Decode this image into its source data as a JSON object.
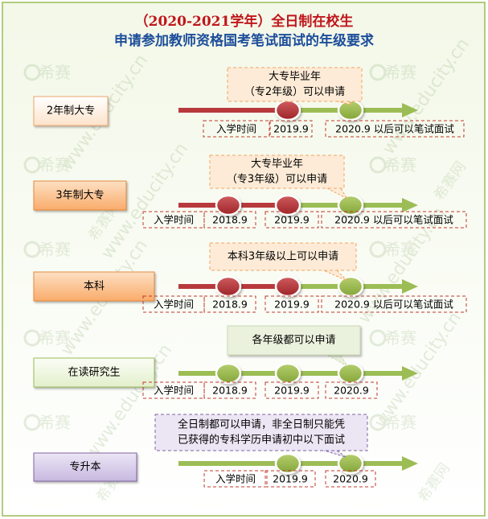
{
  "title": {
    "line1": "（2020-2021学年）全日制在校生",
    "line2": "申请参加教师资格国考笔试面试的年级要求"
  },
  "watermark": {
    "brand": "希赛",
    "site": "www.educity.cn",
    "net": "希赛网"
  },
  "colors": {
    "red_circle": "#b5383b",
    "green_circle": "#9ab84e",
    "red_line": "#b8393c",
    "green_arrow": "#9cbd55",
    "orange_box": "#fbc28f",
    "green_box": "#eef5df",
    "purple_box": "#d6cbe8",
    "note_yellow": "#fdebd7",
    "note_green": "#eaf1dd",
    "note_purple": "#ece6f4",
    "dashed_red": "#c0392b",
    "dashed_purple": "#8064a2",
    "border": "#9bbb59"
  },
  "rows": [
    {
      "id": "row-2yr",
      "label": "2年制大专",
      "box_style": "orange-light",
      "timeline": [
        {
          "kind": "red-line"
        },
        {
          "kind": "red-circle",
          "text": "2019.9"
        },
        {
          "kind": "green-circle",
          "text": "2020.9 以后可以笔试面试"
        }
      ],
      "labels": [
        "入学时间",
        "2019.9",
        "2020.9 以后可以笔试面试"
      ],
      "note": [
        "大专毕业年",
        "（专2年级）可以申请"
      ],
      "note_style": "yellow"
    },
    {
      "id": "row-3yr",
      "label": "3年制大专",
      "box_style": "orange",
      "labels": [
        "入学时间",
        "2018.9",
        "2019.9",
        "2020.9 以后可以笔试面试"
      ],
      "note": [
        "大专毕业年",
        "（专3年级）可以申请"
      ],
      "note_style": "yellow"
    },
    {
      "id": "row-ug",
      "label": "本科",
      "box_style": "orange",
      "labels": [
        "入学时间",
        "2018.9",
        "2019.9",
        "2020.9 以后可以笔试面试"
      ],
      "note": [
        "本科3年级以上可以申请"
      ],
      "note_style": "yellow"
    },
    {
      "id": "row-grad",
      "label": "在读研究生",
      "box_style": "green",
      "labels": [
        "入学时间",
        "2018.9",
        "2019.9",
        "2020.9"
      ],
      "note": [
        "各年级都可以申请"
      ],
      "note_style": "green"
    },
    {
      "id": "row-zsb",
      "label": "专升本",
      "box_style": "purple",
      "labels": [
        "入学时间",
        "2019.9",
        "2020.9"
      ],
      "note": [
        "全日制都可以申请，非全日制只能凭",
        "已获得的专科学历申请初中以下面试"
      ],
      "note_style": "purple"
    }
  ]
}
